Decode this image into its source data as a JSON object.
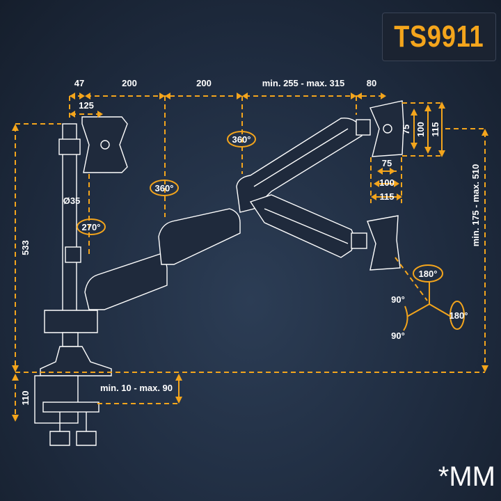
{
  "title": "TS9911",
  "unit_label": "*MM",
  "accent_color": "#f4a51c",
  "dimensions": {
    "top": [
      "47",
      "200",
      "200",
      "min. 255 - max. 315",
      "80"
    ],
    "plate_width": "125",
    "pole_height": "533",
    "pole_diameter": "Ø35",
    "height_range": "min. 175 - max. 510",
    "clamp_height": "110",
    "desk_thickness": "min. 10 - max. 90",
    "vesa_vertical": [
      "75",
      "100",
      "115"
    ],
    "vesa_horizontal": [
      "75",
      "100",
      "115"
    ]
  },
  "rotations": {
    "arm_joint_1": "360°",
    "arm_joint_2": "360°",
    "pole": "270°",
    "swivel": "180°",
    "rotate": "180°",
    "tilt_up": "90°",
    "tilt_down": "90°"
  }
}
